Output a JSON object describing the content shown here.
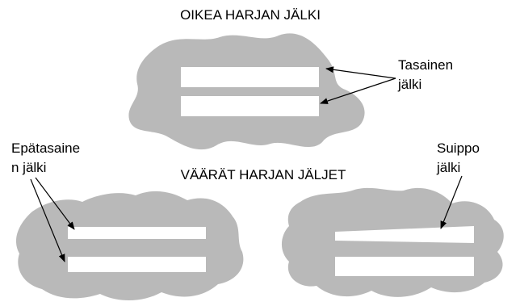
{
  "title_correct": "OIKEA HARJAN JÄLKI",
  "title_wrong": "VÄÄRÄT HARJAN JÄLJET",
  "callouts": {
    "even": [
      "Tasainen",
      "jälki"
    ],
    "uneven": [
      "Epätasaine",
      "n jälki"
    ],
    "tapered": [
      "Suippo",
      "jälki"
    ]
  },
  "colors": {
    "blob": "#b9b9b9",
    "trail": "#ffffff",
    "line": "#000000"
  }
}
